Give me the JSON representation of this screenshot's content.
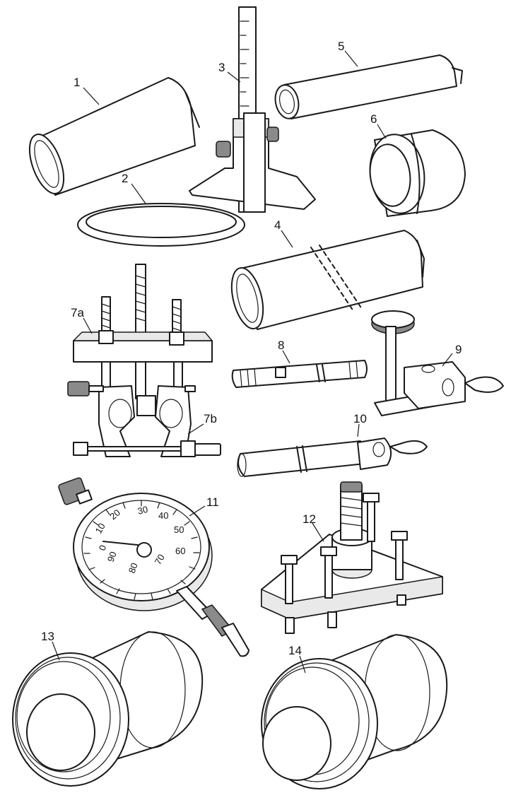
{
  "labels": {
    "tool_1": "1",
    "tool_2": "2",
    "tool_3": "3",
    "tool_4": "4",
    "tool_5": "5",
    "tool_6": "6",
    "tool_7a": "7a",
    "tool_7b": "7b",
    "tool_8": "8",
    "tool_9": "9",
    "tool_10": "10",
    "tool_11": "11",
    "tool_12": "12",
    "tool_13": "13",
    "tool_14": "14"
  },
  "dial_gauge": {
    "numbers": [
      "0",
      "10",
      "20",
      "30",
      "40",
      "50",
      "60",
      "70",
      "80",
      "90"
    ]
  }
}
